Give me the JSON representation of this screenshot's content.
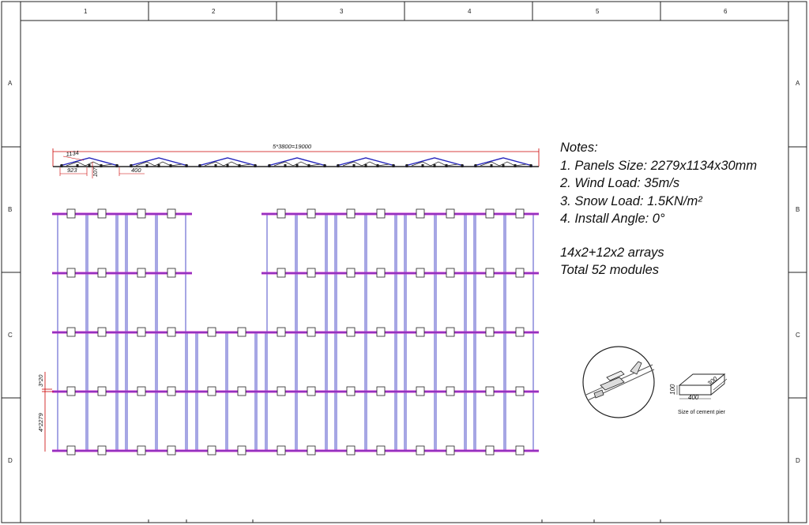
{
  "title_block": {
    "columns": [
      "1",
      "2",
      "3",
      "4",
      "5",
      "6"
    ],
    "rows": [
      "A",
      "B",
      "C",
      "D"
    ]
  },
  "notes": {
    "heading": "Notes:",
    "items": [
      "1. Panels Size: 2279x1134x30mm",
      "2. Wind Load: 35m/s",
      "3. Snow Load: 1.5KN/m²",
      "4. Install Angle: 0°"
    ],
    "arrays": "14x2+12x2 arrays",
    "total": "Total 52 modules"
  },
  "side_view": {
    "overall_dim": "5*3800=19000",
    "panel_dim": "1134",
    "offset_dim": "923",
    "height_dim": "107",
    "gap_dim": "400",
    "truss_count": 7
  },
  "plan_view": {
    "row_spacing_dim": "3*20",
    "panel_length_dim": "4*2279",
    "rails": 5
  },
  "pier": {
    "height": "100",
    "width": "400",
    "depth": "300",
    "caption": "Size of cement pier"
  },
  "colors": {
    "rail": "#cc33cc",
    "rail_core": "#3333aa",
    "panel": "#2222bb",
    "dimension": "#cc0000",
    "frame": "#222222"
  }
}
